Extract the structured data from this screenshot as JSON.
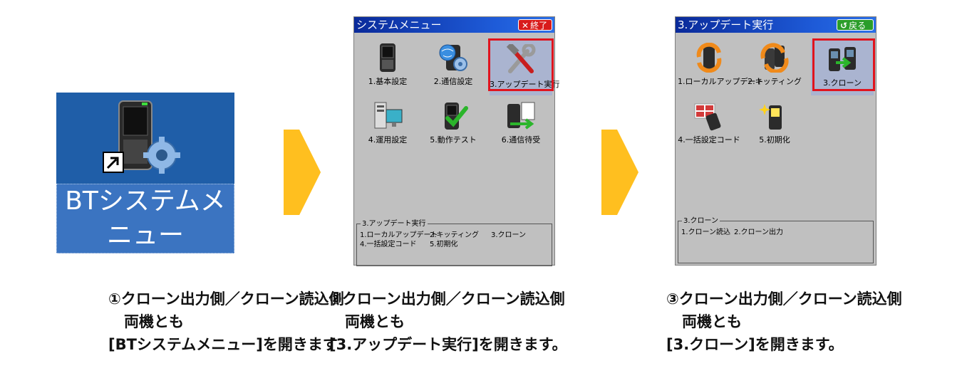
{
  "desktop_shortcut": {
    "label_line1": "BTシステムメ",
    "label_line2": "ニュー"
  },
  "screen1": {
    "title": "システムメニュー",
    "exit_button": "終了",
    "items": [
      {
        "label": "1.基本設定"
      },
      {
        "label": "2.通信設定"
      },
      {
        "label": "3.アップデート実行"
      },
      {
        "label": "4.運用設定"
      },
      {
        "label": "5.動作テスト"
      },
      {
        "label": "6.通信待受"
      }
    ],
    "info_title": "3.アップデート実行",
    "info_line1": [
      "1.ローカルアップデート",
      "2.キッティング",
      "3.クローン"
    ],
    "info_line2": [
      "4.一括設定コード",
      "5.初期化"
    ]
  },
  "screen2": {
    "title": "3.アップデート実行",
    "back_button": "戻る",
    "items": [
      {
        "label": "1.ローカルアップデート"
      },
      {
        "label": "2.キッティング"
      },
      {
        "label": "3.クローン"
      },
      {
        "label": "4.一括設定コード"
      },
      {
        "label": "5.初期化"
      }
    ],
    "info_title": "3.クローン",
    "info_line1": [
      "1.クローン読込",
      "2.クローン出力"
    ]
  },
  "captions": [
    {
      "line1": "①クローン出力側／クローン読込側",
      "line2": "両機とも",
      "line3": "[BTシステムメニュー]を開きます"
    },
    {
      "line1": "②クローン出力側／クローン読込側",
      "line2": "両機とも",
      "line3": "[3.アップデート実行]を開きます。"
    },
    {
      "line1": "③クローン出力側／クローン読込側",
      "line2": "両機とも",
      "line3": "[3.クローン]を開きます。"
    }
  ],
  "colors": {
    "arrow": "#ffbf1f",
    "highlight": "#e0141e",
    "titlebar": "#1e5bd8",
    "desktop": "#1f5ea8"
  }
}
